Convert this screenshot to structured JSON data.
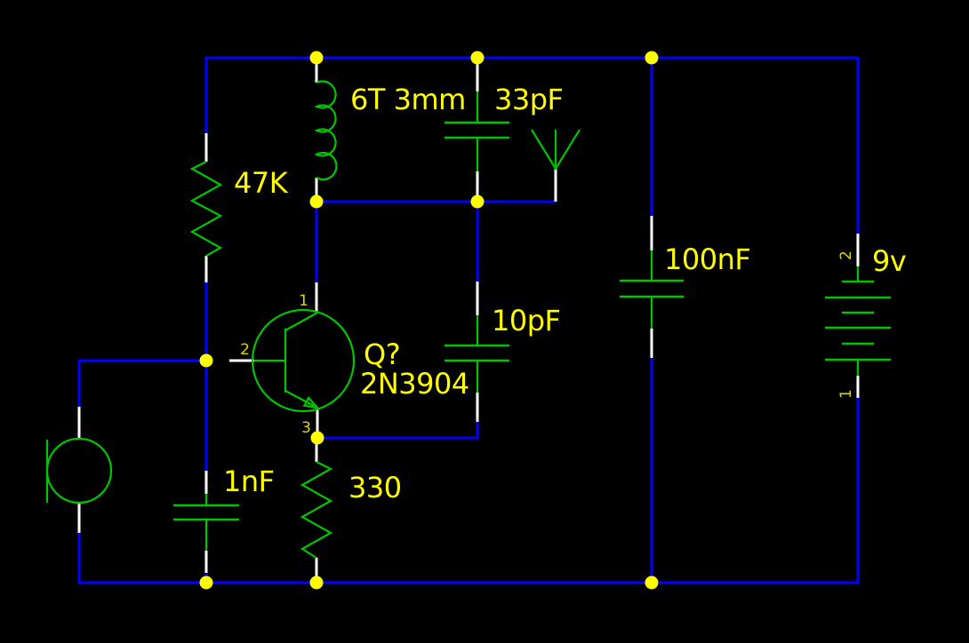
{
  "colors": {
    "background": "#000000",
    "wire": "#0000ff",
    "component": "#00c400",
    "pin_stub": "#ffffff",
    "label": "#ffff00",
    "pin_number": "#d8d800",
    "junction_dot": "#ffff00"
  },
  "components": {
    "bias_resistor": {
      "value": "47K"
    },
    "tank_inductor": {
      "value": "6T 3mm"
    },
    "tank_capacitor": {
      "value": "33pF"
    },
    "feedback_capacitor": {
      "value": "10pF"
    },
    "decoupling_capacitor": {
      "value": "100nF"
    },
    "input_capacitor": {
      "value": "1nF"
    },
    "emitter_resistor": {
      "value": "330"
    },
    "transistor": {
      "reference": "Q?",
      "value": "2N3904",
      "pin_collector": "1",
      "pin_base": "2",
      "pin_emitter": "3"
    },
    "battery": {
      "value": "9v",
      "pin_top": "2",
      "pin_bottom": "1"
    }
  }
}
